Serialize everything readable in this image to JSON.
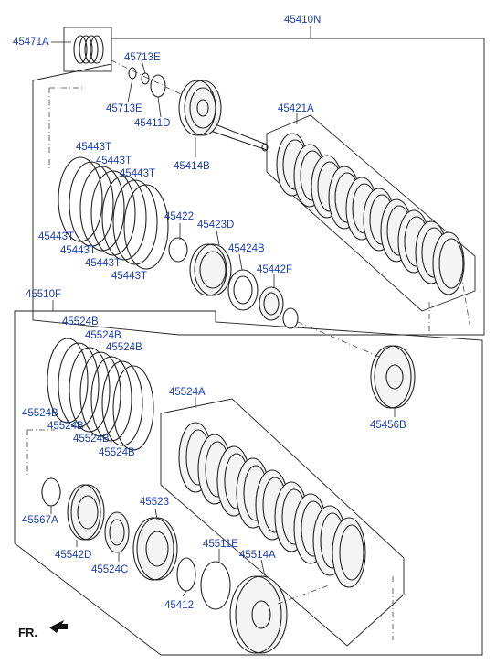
{
  "labels": {
    "l45410N": "45410N",
    "l45471A": "45471A",
    "l45713E_top": "45713E",
    "l45713E_bot": "45713E",
    "l45411D": "45411D",
    "l45414B": "45414B",
    "l45421A": "45421A",
    "l45443T_1": "45443T",
    "l45443T_2": "45443T",
    "l45443T_3": "45443T",
    "l45443T_4": "45443T",
    "l45443T_5": "45443T",
    "l45443T_6": "45443T",
    "l45443T_7": "45443T",
    "l45422": "45422",
    "l45423D": "45423D",
    "l45424B": "45424B",
    "l45442F": "45442F",
    "l45510F": "45510F",
    "l45524B_1": "45524B",
    "l45524B_2": "45524B",
    "l45524B_3": "45524B",
    "l45524B_4": "45524B",
    "l45524B_5": "45524B",
    "l45524B_6": "45524B",
    "l45524B_7": "45524B",
    "l45456B": "45456B",
    "l45524A": "45524A",
    "l45567A": "45567A",
    "l45542D": "45542D",
    "l45523": "45523",
    "l45524C": "45524C",
    "l45511E": "45511E",
    "l45514A": "45514A",
    "l45412": "45412",
    "fr": "FR."
  }
}
